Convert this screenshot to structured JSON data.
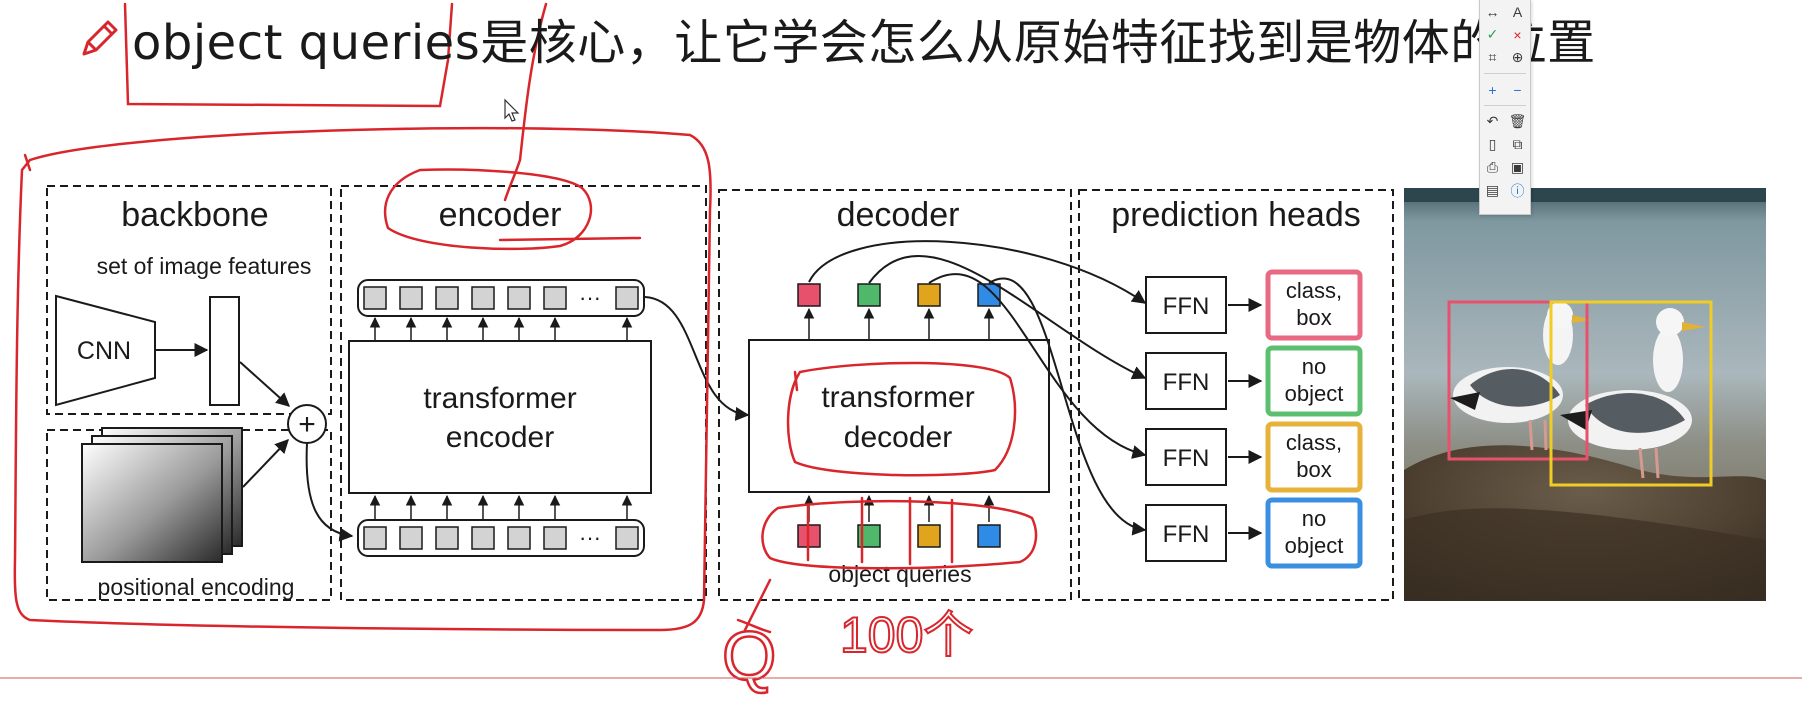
{
  "heading": {
    "text": "object queries是核心，让它学会怎么从原始特征找到是物体的位置",
    "icon": "pencil-icon"
  },
  "diagram": {
    "sections": {
      "backbone": "backbone",
      "encoder": "encoder",
      "decoder": "decoder",
      "prediction_heads": "prediction heads"
    },
    "labels": {
      "image_features": "set of image features",
      "cnn": "CNN",
      "positional_encoding": "positional encoding",
      "transformer_encoder": [
        "transformer",
        "encoder"
      ],
      "transformer_decoder": [
        "transformer",
        "decoder"
      ],
      "object_queries": "object queries",
      "plus": "+",
      "ellipsis": "···"
    },
    "ffn_label": "FFN",
    "predictions": [
      {
        "lines": [
          "class,",
          "box"
        ],
        "color": "#e86a82"
      },
      {
        "lines": [
          "no",
          "object"
        ],
        "color": "#5cbf70"
      },
      {
        "lines": [
          "class,",
          "box"
        ],
        "color": "#e6b23a"
      },
      {
        "lines": [
          "no",
          "object"
        ],
        "color": "#3b8fe0"
      }
    ],
    "query_colors": [
      "#e8516b",
      "#4fb86a",
      "#e0a51d",
      "#2f8be6"
    ],
    "annotations": {
      "q_label": "Q",
      "count_label": "100个"
    },
    "photo": {
      "box_colors": [
        "#e8516b",
        "#f0cc25"
      ]
    }
  },
  "toolbar": {
    "rows": [
      [
        "double-arrow-icon",
        "text-icon"
      ],
      [
        "check-icon",
        "close-icon"
      ],
      [
        "crop-icon",
        "zoom-icon"
      ],
      [
        "plus-icon",
        "minus-icon"
      ],
      [
        "undo-icon",
        "trash-icon"
      ],
      [
        "new-page-icon",
        "copy-icon"
      ],
      [
        "print-icon",
        "save-icon"
      ],
      [
        "image-icon",
        "info-icon"
      ]
    ],
    "glyphs": {
      "double-arrow-icon": "↔",
      "text-icon": "A",
      "check-icon": "✓",
      "close-icon": "×",
      "crop-icon": "⌗",
      "zoom-icon": "⊕",
      "plus-icon": "+",
      "minus-icon": "−",
      "undo-icon": "↶",
      "trash-icon": "🗑",
      "new-page-icon": "▯",
      "copy-icon": "⧉",
      "print-icon": "⎙",
      "save-icon": "▣",
      "image-icon": "▤",
      "info-icon": "ⓘ"
    }
  },
  "colors": {
    "annotation_red": "#d8262c",
    "ink": "#1a1a1a"
  }
}
